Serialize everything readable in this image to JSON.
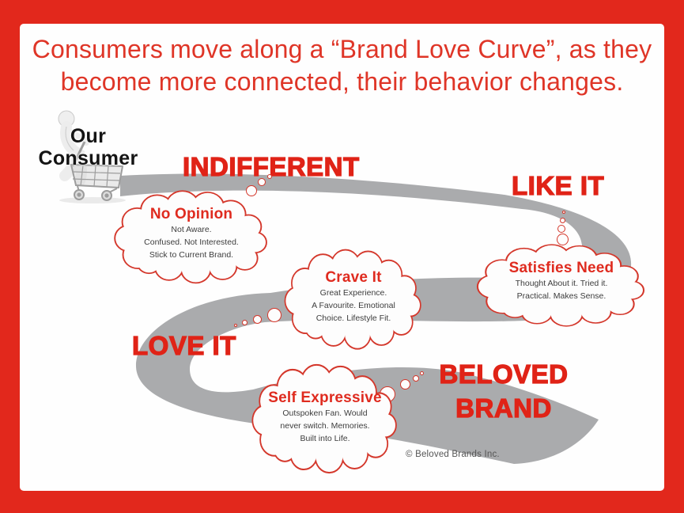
{
  "slide": {
    "title": {
      "line1": "Consumers move along a “Brand Love Curve”, as they",
      "line2": "become more connected, their behavior changes."
    },
    "consumer": {
      "line1": "Our",
      "line2": "Consumer"
    },
    "stages": {
      "indifferent": "INDIFFERENT",
      "like_it": "LIKE IT",
      "love_it": "LOVE IT",
      "beloved_line1": "BELOVED",
      "beloved_line2": "BRAND"
    },
    "bubbles": [
      {
        "stage": "indifferent",
        "title": "No Opinion",
        "lines": [
          "Not Aware.",
          "Confused. Not Interested.",
          "Stick to Current Brand."
        ]
      },
      {
        "stage": "love_it",
        "title": "Crave It",
        "lines": [
          "Great Experience.",
          "A Favourite.  Emotional",
          "Choice. Lifestyle Fit."
        ]
      },
      {
        "stage": "like_it",
        "title": "Satisfies Need",
        "lines": [
          "Thought About it. Tried it.",
          "Practical. Makes Sense."
        ]
      },
      {
        "stage": "beloved_brand",
        "title": "Self Expressive",
        "lines": [
          "Outspoken Fan. Would",
          "never switch. Memories.",
          "Built into Life."
        ]
      }
    ],
    "copyright": "© Beloved Brands Inc.",
    "icons": {
      "consumer": "shopper-with-cart-icon",
      "bubble": "thought-cloud-icon",
      "trail": "thought-trail-dots"
    },
    "colors": {
      "border_red": "#e2281c",
      "title_red": "#df3527",
      "stage_label_red": "#e02317",
      "bubble_title_red": "#df2b1f",
      "cloud_outline_red": "#d4372b",
      "road_gray": "#aaabad",
      "body_text": "#3d3d3d",
      "consumer_text": "#141414",
      "copyright_gray": "#555555"
    }
  }
}
